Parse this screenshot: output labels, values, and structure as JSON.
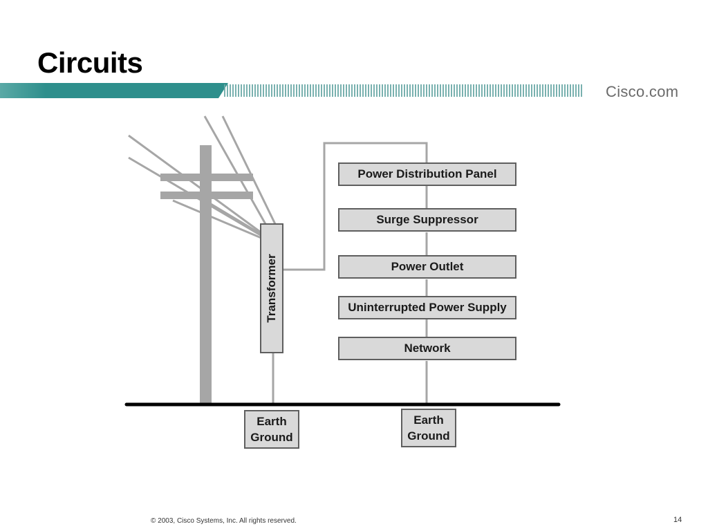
{
  "slide": {
    "title": "Circuits",
    "brand": "Cisco.com",
    "footer": "© 2003, Cisco Systems, Inc. All rights reserved.",
    "page_number": "14"
  },
  "diagram": {
    "transformer_label": "Transformer",
    "stack": [
      "Power Distribution Panel",
      "Surge Suppressor",
      "Power Outlet",
      "Uninterrupted Power Supply",
      "Network"
    ],
    "ground_left": [
      "Earth",
      "Ground"
    ],
    "ground_right": [
      "Earth",
      "Ground"
    ]
  },
  "colors": {
    "header_teal": "#2e8f8c",
    "wire_gray": "#a6a6a6",
    "box_fill": "#d9d9d9",
    "box_border": "#5e5e5e",
    "ground_line": "#000000"
  }
}
